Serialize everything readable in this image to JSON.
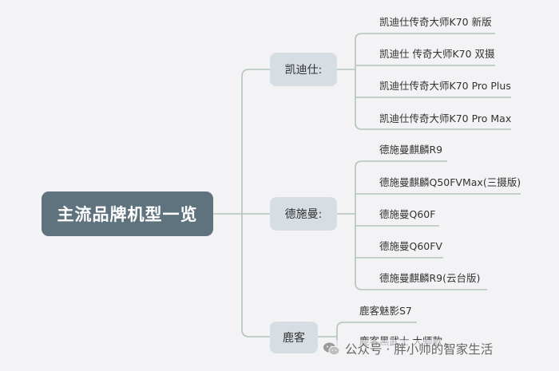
{
  "root": {
    "label": "主流品牌机型一览"
  },
  "branches": [
    {
      "label": "凯迪仕:",
      "models": [
        "凯迪仕传奇大师K70 新版",
        "凯迪仕 传奇大师K70 双摄",
        "凯迪仕传奇大师K70 Pro Plus",
        "凯迪仕传奇大师K70 Pro Max"
      ]
    },
    {
      "label": "德施曼:",
      "models": [
        "德施曼麒麟R9",
        "德施曼麒麟Q50FVMax(三摄版)",
        "德施曼Q60F",
        "德施曼Q60FV",
        "德施曼麒麟R9(云台版)"
      ]
    },
    {
      "label": "鹿客",
      "models": [
        "鹿客魅影S7",
        "鹿客黑武士 大师款"
      ]
    }
  ],
  "watermark": {
    "text": "公众号 · 胖小帅的智家生活",
    "icon": "wechat-icon"
  },
  "colors": {
    "root_bg": "#5f737f",
    "branch_bg": "#d6dde3",
    "connector": "#b3c3bd"
  }
}
